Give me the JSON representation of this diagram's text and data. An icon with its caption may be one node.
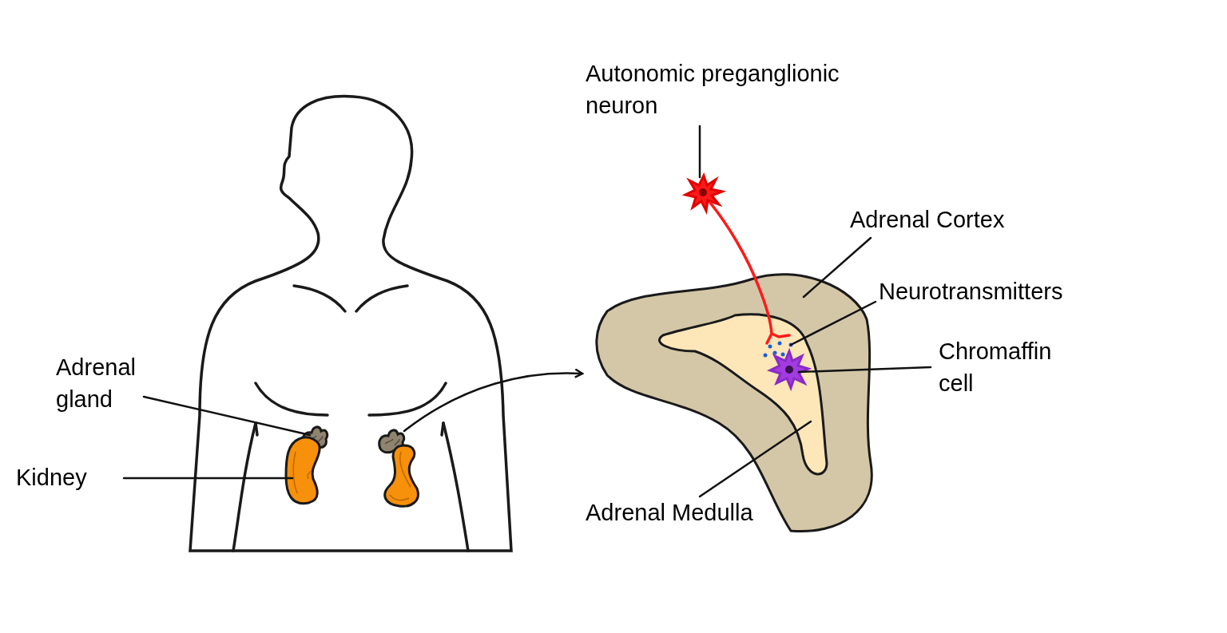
{
  "diagram": {
    "nodes": [
      {
        "text": [
          "Autonomic preganglionic neuron"
        ]
      },
      {
        "text": [],
        "shape": "picture"
      },
      {
        "text": [
          "Adrenal Cortex"
        ]
      },
      {
        "text": [],
        "shape": "picture"
      },
      {
        "text": [
          "Neurotransmitters"
        ]
      },
      {
        "text": [],
        "shape": "picture",
        "in": 9
      },
      {
        "text": [
          "Chromaffin cell"
        ]
      },
      {
        "text": [],
        "shape": "picture",
        "in": 9
      },
      {
        "text": [
          "Adrenal Medulla"
        ]
      },
      {
        "text": [],
        "shape": "picture",
        "in": 3
      },
      {
        "text": [
          "Adrenal gland"
        ]
      },
      {
        "text": [],
        "shape": "picture"
      },
      {
        "text": [
          "Kidney"
        ]
      },
      {
        "text": [],
        "shape": "picture"
      },
      {
        "text": [],
        "shape": "picture"
      },
      {
        "text": [],
        "shape": "picture"
      }
    ],
    "edges": [
      {
        "from": 0,
        "to": 1,
        "arrow": "none"
      },
      {
        "from": 2,
        "to": 3,
        "arrow": "none"
      },
      {
        "from": 4,
        "to": 5,
        "arrow": "none"
      },
      {
        "from": 6,
        "to": 7,
        "arrow": "none"
      },
      {
        "from": 8,
        "to": 9,
        "arrow": "none"
      },
      {
        "from": 10,
        "to": 11,
        "arrow": "none"
      },
      {
        "from": 12,
        "to": 13,
        "arrow": "none"
      },
      {
        "from": 14,
        "to": 3,
        "arrow": "to"
      },
      {
        "from": 1,
        "to": 5,
        "arrow": "none",
        "color": "#ff1a1a"
      }
    ]
  }
}
